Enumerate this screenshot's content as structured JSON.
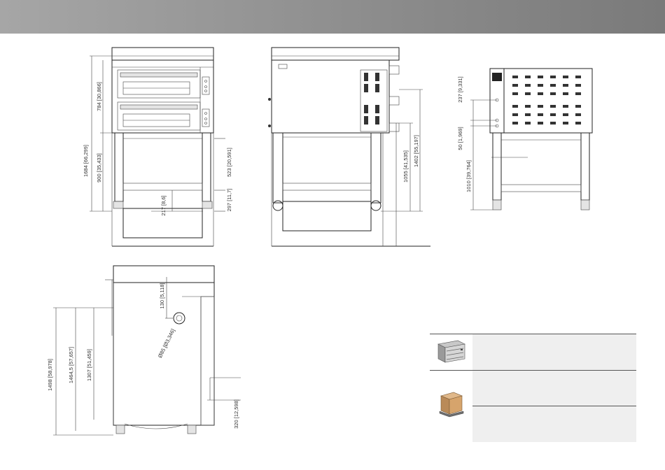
{
  "front_view": {
    "dims": {
      "total_height": "1684 [66,299]",
      "oven_height": "784 [30,866]",
      "stand_height": "900 [35,433]",
      "shelf_height": "523 [20,591]",
      "lower_height": "297 [11,7]",
      "foot_gap": "217 [8,6]"
    }
  },
  "side_view": {
    "dims": {
      "height_a": "1055 [41,535]",
      "height_b": "1402 [55,197]"
    }
  },
  "rear_view": {
    "dims": {
      "top_offset": "237 [9,331]",
      "mid_offset": "50 [1,969]",
      "connection_height": "1010 [39,764]"
    }
  },
  "top_view": {
    "dims": {
      "depth_total": "1498 [58,978]",
      "depth_b": "1464,5 [57,657]",
      "depth_c": "1307 [51,459]",
      "hole_offset": "130 [5,118]",
      "hole_diameter": "Ø85 [Ø3,346]",
      "side_offset": "320 [12,598]"
    }
  },
  "info_box": {
    "icons": [
      "oven-product-icon",
      "packaged-crate-icon"
    ],
    "colors": {
      "fill": "#efefef",
      "border": "#555555"
    }
  }
}
